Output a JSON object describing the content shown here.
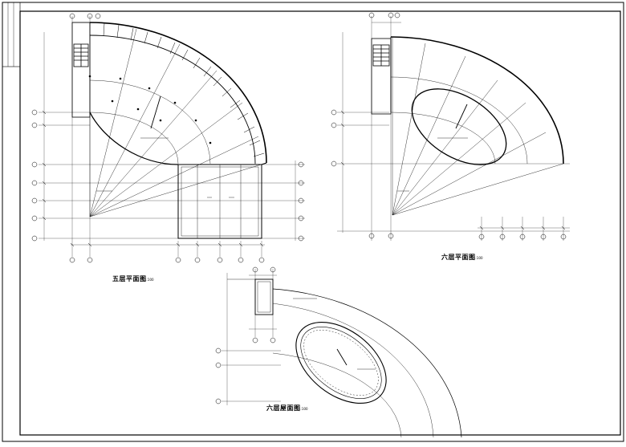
{
  "sheet": {
    "plans": [
      {
        "title": "五层平面图",
        "scale": "1:100"
      },
      {
        "title": "六层平面图",
        "scale": "1:100"
      },
      {
        "title": "六层屋面图",
        "scale": "1:100"
      }
    ]
  }
}
